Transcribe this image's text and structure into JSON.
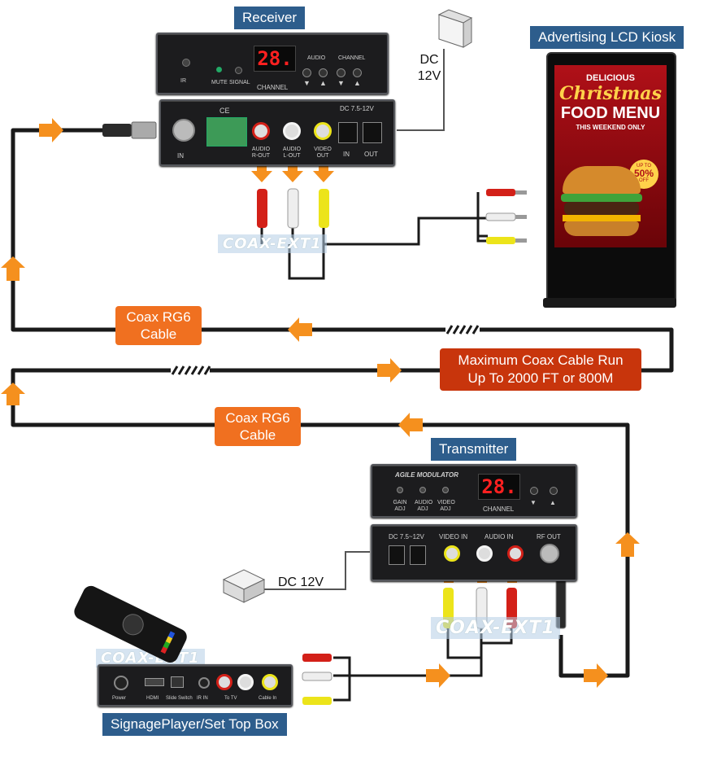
{
  "labels": {
    "receiver": "Receiver",
    "kiosk": "Advertising LCD Kiosk",
    "transmitter": "Transmitter",
    "player": "SignagePlayer/Set Top Box",
    "coax_top_line1": "Coax RG6",
    "coax_top_line2": "Cable",
    "coax_bottom_line1": "Coax RG6",
    "coax_bottom_line2": "Cable",
    "max_run_line1": "Maximum Coax Cable Run",
    "max_run_line2": "Up To 2000 FT or 800M",
    "dc_top_line1": "DC",
    "dc_top_line2": "12V",
    "dc_bottom": "DC 12V",
    "watermark": "COAX-EXT1"
  },
  "receiver_panel": {
    "display": "28.",
    "channel": "CHANNEL",
    "ir": "IR",
    "mute": "MUTE",
    "signal": "SIGNAL",
    "audio": "AUDIO",
    "channel_group": "CHANNEL",
    "in": "IN",
    "audio_rout": "AUDIO R-OUT",
    "audio_lout": "AUDIO L-OUT",
    "video_out": "VIDEO OUT",
    "dc_range": "DC 7.5-12V",
    "dc_in": "IN",
    "dc_out": "OUT",
    "ce": "CE"
  },
  "transmitter_panel": {
    "brand": "AGILE MODULATOR",
    "display": "28.",
    "channel": "CHANNEL",
    "gain_adj": "GAIN ADJ",
    "audio_adj": "AUDIO ADJ",
    "video_adj": "VIDEO ADJ",
    "dc_range": "DC 7.5~12V",
    "video_in": "VIDEO IN",
    "audio_in": "AUDIO IN",
    "rf_out": "RF OUT"
  },
  "player_panel": {
    "power": "Power",
    "hdmi": "HDMI",
    "slide_switch": "Slide Switch",
    "irin": "IR IN",
    "to_tv": "To TV",
    "cable_in": "Cable In"
  },
  "kiosk_screen": {
    "line1": "DELICIOUS",
    "line2": "Christmas",
    "line3": "FOOD MENU",
    "line4": "THIS WEEKEND ONLY",
    "badge_top": "UP TO",
    "badge_main": "50%",
    "badge_bottom": "OFF"
  },
  "colors": {
    "cable": "#1a1a1a",
    "arrow": "#f5901e",
    "tag_blue": "#2d5d8c",
    "tag_orange": "#f07020",
    "tag_red": "#c8350c"
  }
}
